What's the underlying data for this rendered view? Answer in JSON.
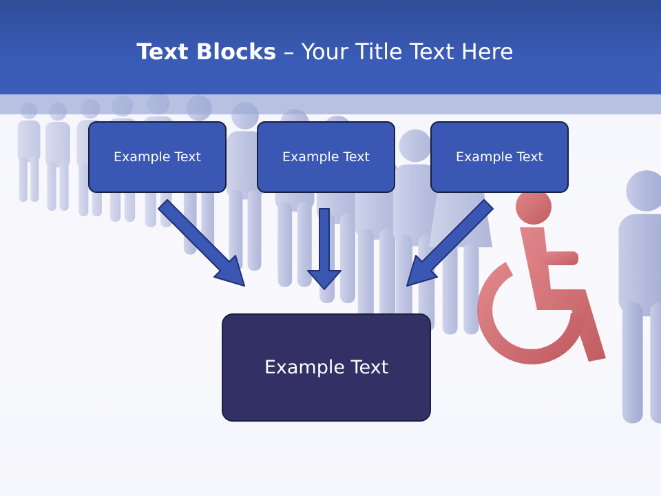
{
  "title": {
    "bold_part": "Text Blocks",
    "dash": " – ",
    "regular_part": "Your Title Text Here"
  },
  "blocks": [
    {
      "label": "Example Text"
    },
    {
      "label": "Example Text"
    },
    {
      "label": "Example Text"
    }
  ],
  "target_block": {
    "label": "Example Text"
  },
  "icons": {
    "background": "crowd-figures-with-wheelchair-icon",
    "arrows": "arrow-down-icon"
  },
  "colors": {
    "header": "#3a5bb5",
    "small_box": "#3a58b3",
    "big_box": "#333066",
    "box_border": "#16203f",
    "figure": "#a9b1d6",
    "wheelchair": "#c64b50"
  }
}
